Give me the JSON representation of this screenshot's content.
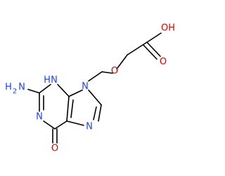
{
  "molecule": {
    "atoms": {
      "oh": {
        "text": "OH",
        "color": "#e00000"
      },
      "o_carbonyl_acid": {
        "text": "O",
        "color": "#e00000"
      },
      "o_ether": {
        "text": "O",
        "color": "#e00000"
      },
      "n9": {
        "text": "N",
        "color": "#2040ff"
      },
      "n3h": {
        "text": "N",
        "color": "#2040ff"
      },
      "n3h_h": {
        "text": "H",
        "color": "#2040ff"
      },
      "nh2": {
        "text": "H",
        "color": "#2040ff"
      },
      "nh2_sub": {
        "text": "2",
        "color": "#2040ff"
      },
      "nh2_n": {
        "text": "N",
        "color": "#2040ff"
      },
      "n1": {
        "text": "N",
        "color": "#2040ff"
      },
      "n7": {
        "text": "N",
        "color": "#2040ff"
      },
      "o6": {
        "text": "O",
        "color": "#e00000"
      }
    },
    "bond_color": "#000000"
  }
}
